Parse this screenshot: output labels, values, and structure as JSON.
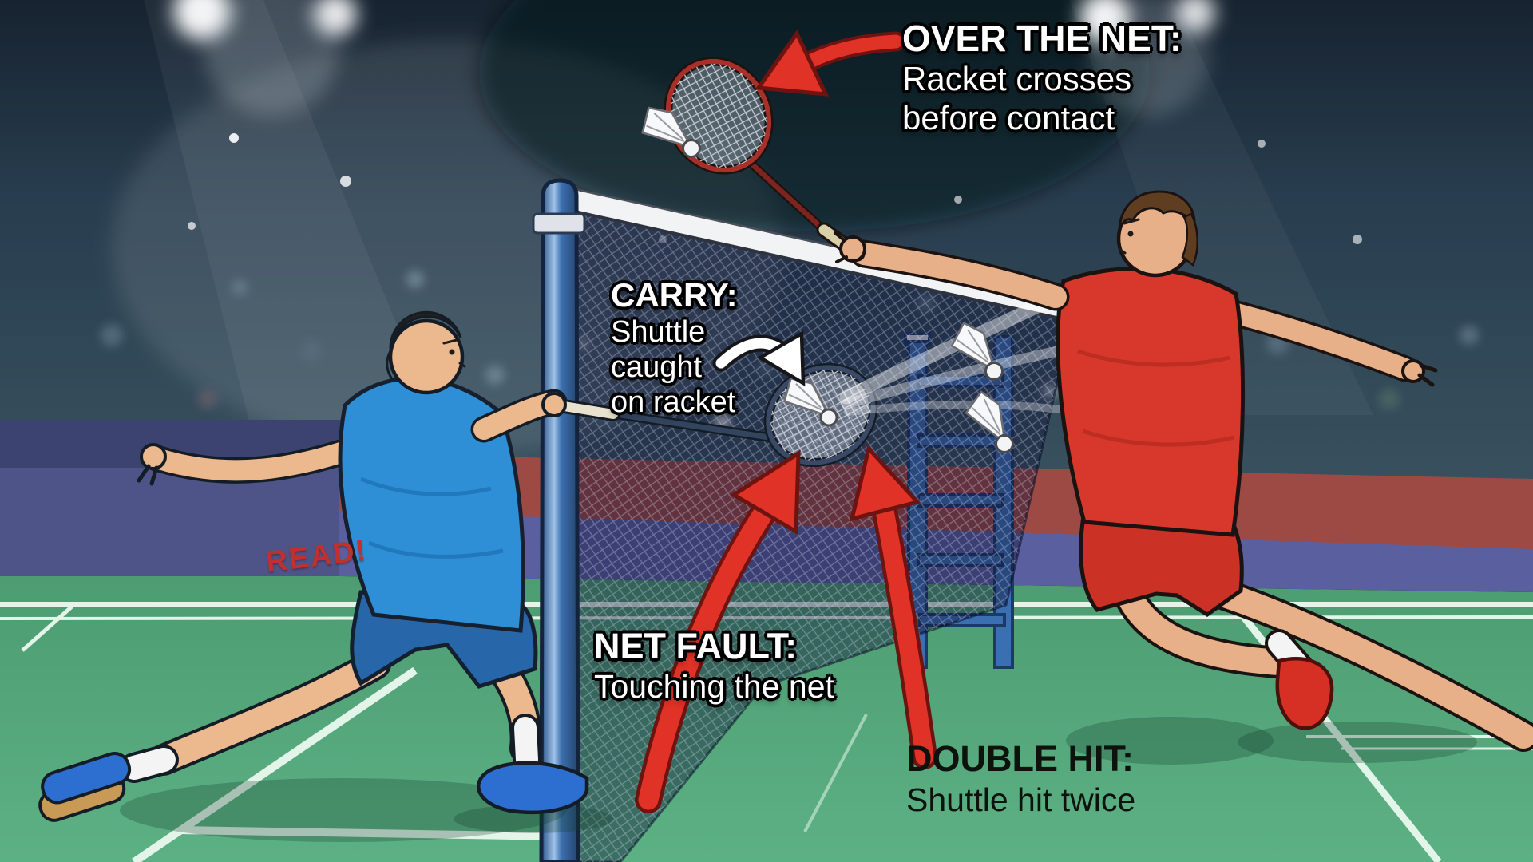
{
  "scene": {
    "description": "Badminton faults instructional illustration: blue player and red player at the net inside an arena",
    "players": {
      "left": "blue-kit player lunging toward net",
      "right": "red-kit player reaching racket over net"
    }
  },
  "labels": {
    "over_the_net": {
      "title": "OVER THE NET:",
      "line1": "Racket crosses",
      "line2": "before contact"
    },
    "carry": {
      "title": "CARRY:",
      "line1": "Shuttle",
      "line2": "caught",
      "line3": "on racket"
    },
    "net_fault": {
      "title": "NET FAULT:",
      "line1": "Touching the net"
    },
    "double_hit": {
      "title": "DOUBLE HIT:",
      "line1": "Shuttle hit twice"
    },
    "shirt_text": "READ!"
  },
  "annotations": [
    {
      "name": "over-the-net-arrow",
      "type": "red-curved-arrow",
      "points_at": "racket crossing above net"
    },
    {
      "name": "carry-arrow",
      "type": "white-curved-arrow",
      "points_at": "shuttle caught on racket"
    },
    {
      "name": "net-fault-arrow",
      "type": "red-long-arrow",
      "points_at": "racket touching net"
    },
    {
      "name": "double-hit-arrow",
      "type": "red-long-arrow",
      "points_at": "shuttle hit twice on racket"
    }
  ],
  "colors": {
    "court_green": "#52a377",
    "court_line": "#e3f4e9",
    "net_pole_blue": "#3c6fae",
    "net_tape_white": "#f2f3f5",
    "wall_band_red": "#9e4a44",
    "wall_band_blue": "#5a5f9f",
    "left_player_shirt": "#2f8fd6",
    "left_player_shorts": "#2766a8",
    "right_player_kit": "#d8372b",
    "arrow_red": "#e03226",
    "arrow_white": "#ffffff",
    "label_light": "#ffffff",
    "label_dark": "#0d120d",
    "shirt_text_red": "#c13030",
    "crowd_dark": "#22374a"
  }
}
